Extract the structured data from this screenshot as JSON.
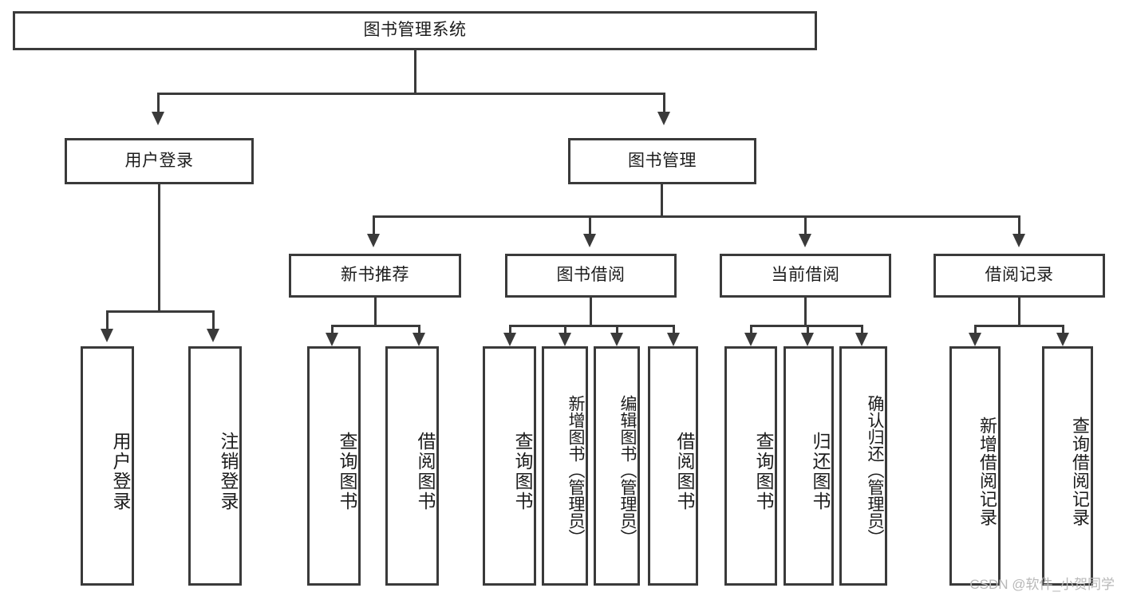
{
  "diagram": {
    "type": "tree-hierarchy",
    "title": "图书管理系统",
    "root": {
      "id": "root",
      "label": "图书管理系统"
    },
    "level2": [
      {
        "id": "user-login",
        "label": "用户登录"
      },
      {
        "id": "book-manage",
        "label": "图书管理"
      }
    ],
    "level3": [
      {
        "id": "new-book-rec",
        "label": "新书推荐",
        "parent": "book-manage"
      },
      {
        "id": "book-borrow",
        "label": "图书借阅",
        "parent": "book-manage"
      },
      {
        "id": "current-borrow",
        "label": "当前借阅",
        "parent": "book-manage"
      },
      {
        "id": "borrow-record",
        "label": "借阅记录",
        "parent": "book-manage"
      }
    ],
    "leaves": {
      "user-login": [
        {
          "id": "leaf-user-login",
          "label": "用户登录"
        },
        {
          "id": "leaf-user-logout",
          "label": "注销登录"
        }
      ],
      "new-book-rec": [
        {
          "id": "leaf-query-book-1",
          "label": "查询图书"
        },
        {
          "id": "leaf-borrow-book-1",
          "label": "借阅图书"
        }
      ],
      "book-borrow": [
        {
          "id": "leaf-query-book-2",
          "label": "查询图书"
        },
        {
          "id": "leaf-add-book",
          "label": "新增图书（管理员）"
        },
        {
          "id": "leaf-edit-book",
          "label": "编辑图书（管理员）"
        },
        {
          "id": "leaf-borrow-book-2",
          "label": "借阅图书"
        }
      ],
      "current-borrow": [
        {
          "id": "leaf-query-book-3",
          "label": "查询图书"
        },
        {
          "id": "leaf-return-book",
          "label": "归还图书"
        },
        {
          "id": "leaf-confirm-return",
          "label": "确认归还（管理员）"
        }
      ],
      "borrow-record": [
        {
          "id": "leaf-add-record",
          "label": "新增借阅记录"
        },
        {
          "id": "leaf-query-record",
          "label": "查询借阅记录"
        }
      ]
    }
  },
  "watermark": {
    "text": "CSDN @软件_小贺同学"
  },
  "colors": {
    "stroke": "#3a3a3a",
    "fill": "#ffffff",
    "text": "#1c1c1c",
    "watermark": "#b8b8b8"
  }
}
